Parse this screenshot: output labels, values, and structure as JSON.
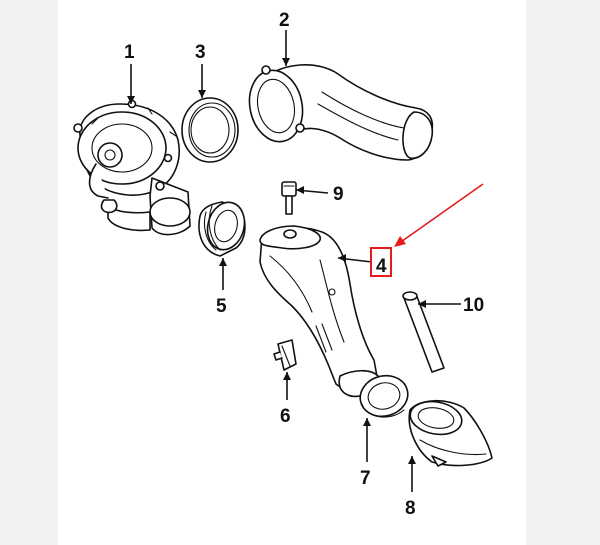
{
  "callouts": {
    "c1": "1",
    "c2": "2",
    "c3": "3",
    "c4": "4",
    "c5": "5",
    "c6": "6",
    "c7": "7",
    "c8": "8",
    "c9": "9",
    "c10": "10"
  },
  "highlight": {
    "callout": "4",
    "color": "#e8191a"
  },
  "parts": [
    {
      "number": "1",
      "icon": "turbocharger-housing"
    },
    {
      "number": "2",
      "icon": "air-intake-duct-elbow"
    },
    {
      "number": "3",
      "icon": "sealing-ring"
    },
    {
      "number": "4",
      "icon": "intake-hose-pipe"
    },
    {
      "number": "5",
      "icon": "rubber-coupler"
    },
    {
      "number": "6",
      "icon": "hose-clamp"
    },
    {
      "number": "7",
      "icon": "o-ring-seal"
    },
    {
      "number": "8",
      "icon": "flange-adapter"
    },
    {
      "number": "9",
      "icon": "sensor-plug"
    },
    {
      "number": "10",
      "icon": "vent-tube"
    }
  ]
}
